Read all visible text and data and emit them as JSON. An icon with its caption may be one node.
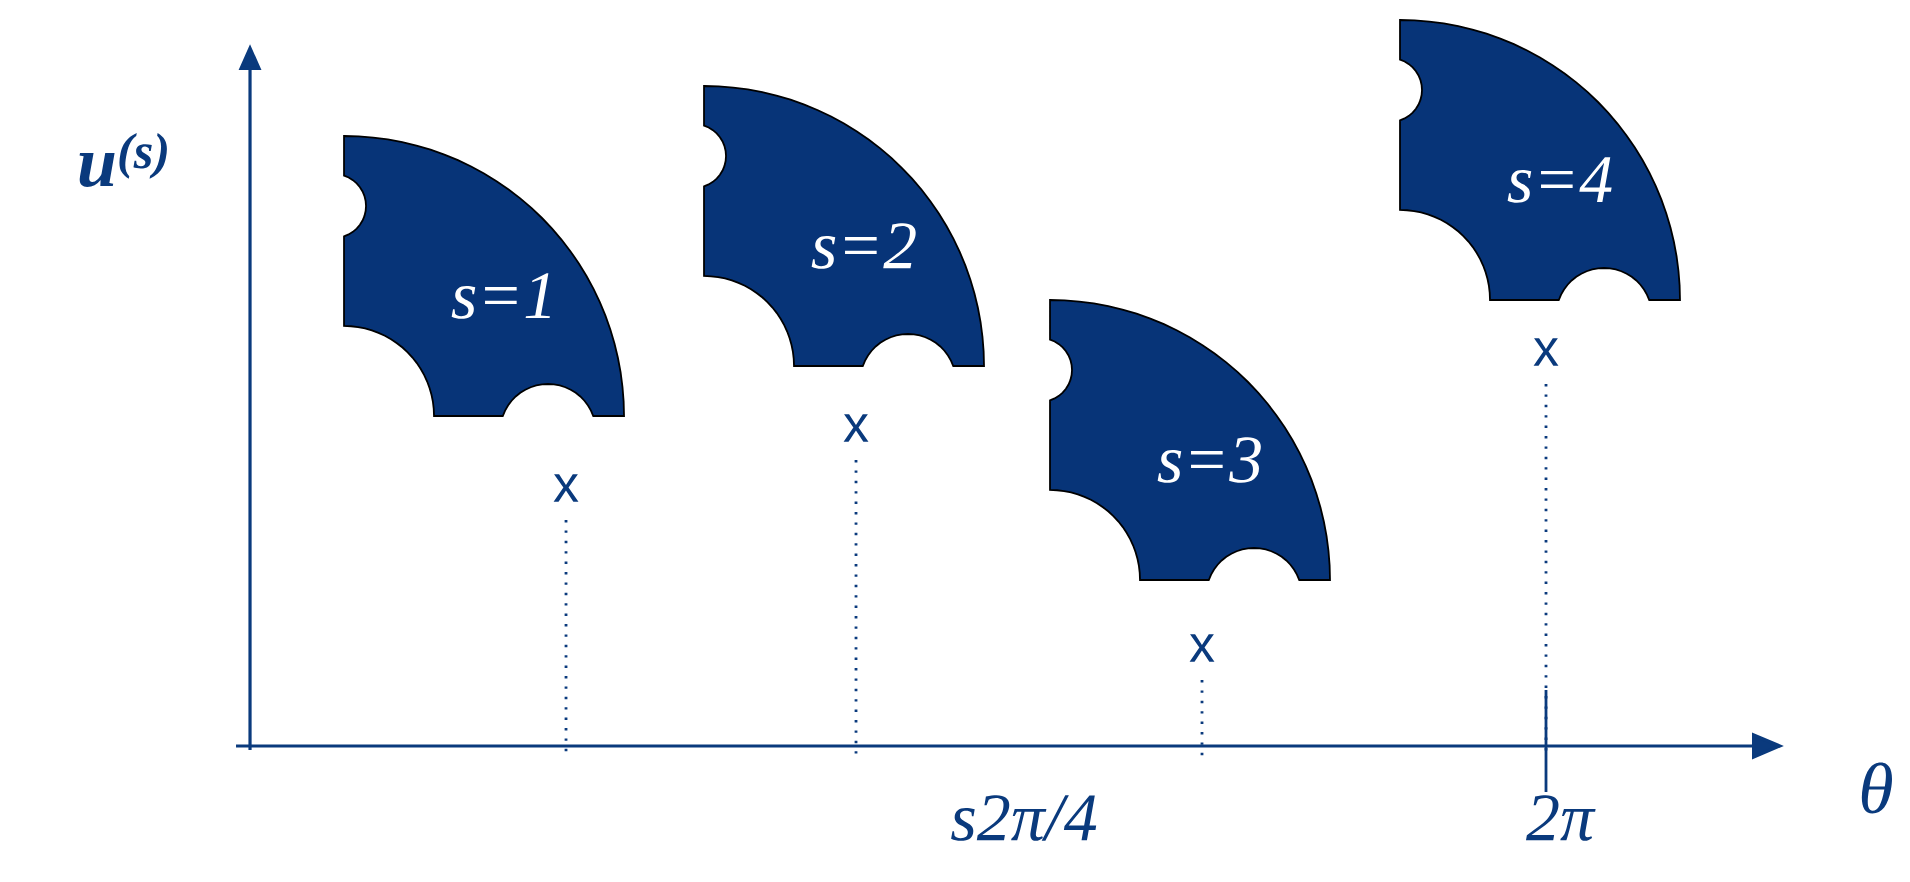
{
  "diagram": {
    "nodes": [
      {
        "text": [
          "s=1"
        ]
      },
      {
        "text": [
          "s=2"
        ]
      },
      {
        "text": [
          "s=3"
        ]
      },
      {
        "text": [
          "s=4"
        ]
      }
    ],
    "labels": [
      "u$^{(s)}$",
      "x",
      "x",
      "x",
      "x",
      "θ",
      "s2π/4",
      "2π"
    ]
  }
}
